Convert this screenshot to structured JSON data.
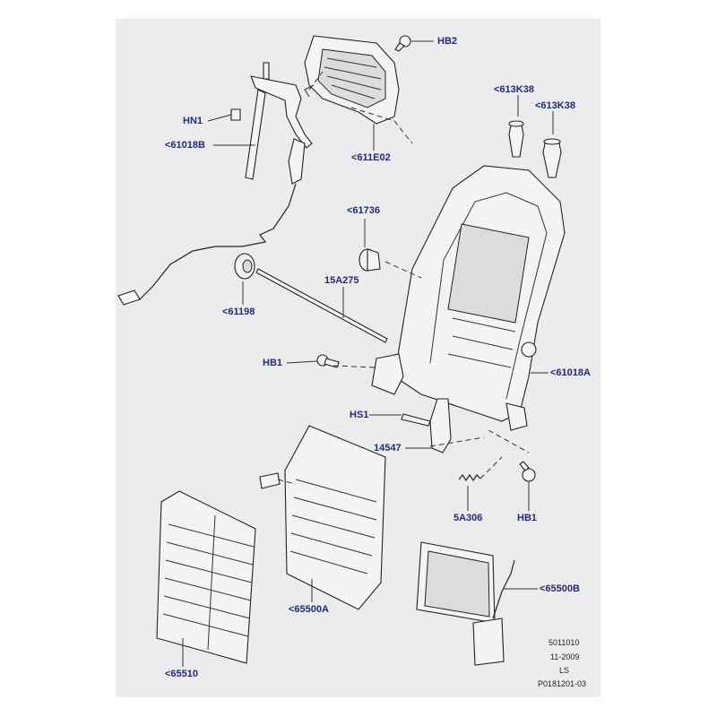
{
  "labels": {
    "hb2": "HB2",
    "k38a": "<613K38",
    "k38b": "<613K38",
    "hn1": "HN1",
    "p61018b": "<61018B",
    "p611e02": "<611E02",
    "p61736": "<61736",
    "p15a275": "15A275",
    "p61198": "<61198",
    "hb1a": "HB1",
    "p61018a": "<61018A",
    "hs1": "HS1",
    "p14547": "14547",
    "p5a306": "5A306",
    "hb1b": "HB1",
    "p65500b": "<65500B",
    "p65500a": "<65500A",
    "p65510": "<65510"
  },
  "footer": {
    "code": "5011010",
    "date": "11-2009",
    "ls": "LS",
    "ref": "P0181201-03"
  },
  "colors": {
    "panel": "#ececec",
    "label": "#1d2a82",
    "line": "#333333"
  }
}
